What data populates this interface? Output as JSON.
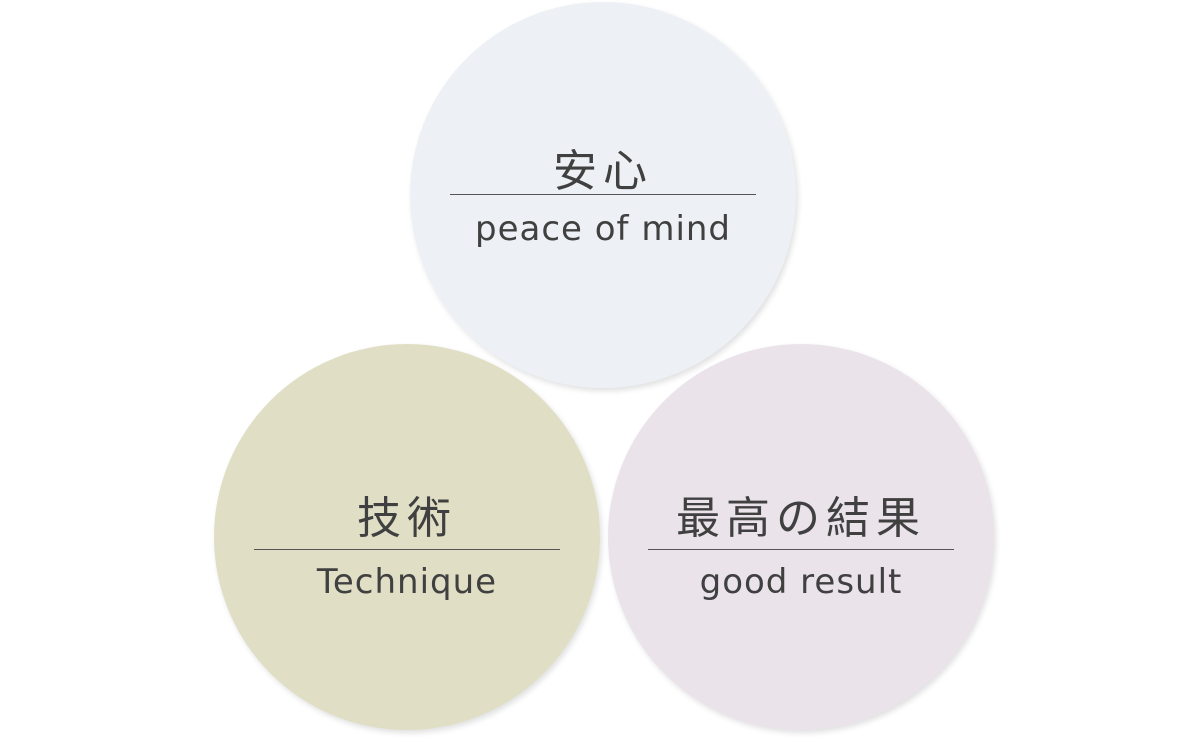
{
  "circles": [
    {
      "title": "安心",
      "subtitle": "peace of mind",
      "color": "#edf1f5"
    },
    {
      "title": "技術",
      "subtitle": "Technique",
      "color": "#e0dfc6"
    },
    {
      "title": "最高の結果",
      "subtitle": "good result",
      "color": "#ebe3ea"
    }
  ]
}
